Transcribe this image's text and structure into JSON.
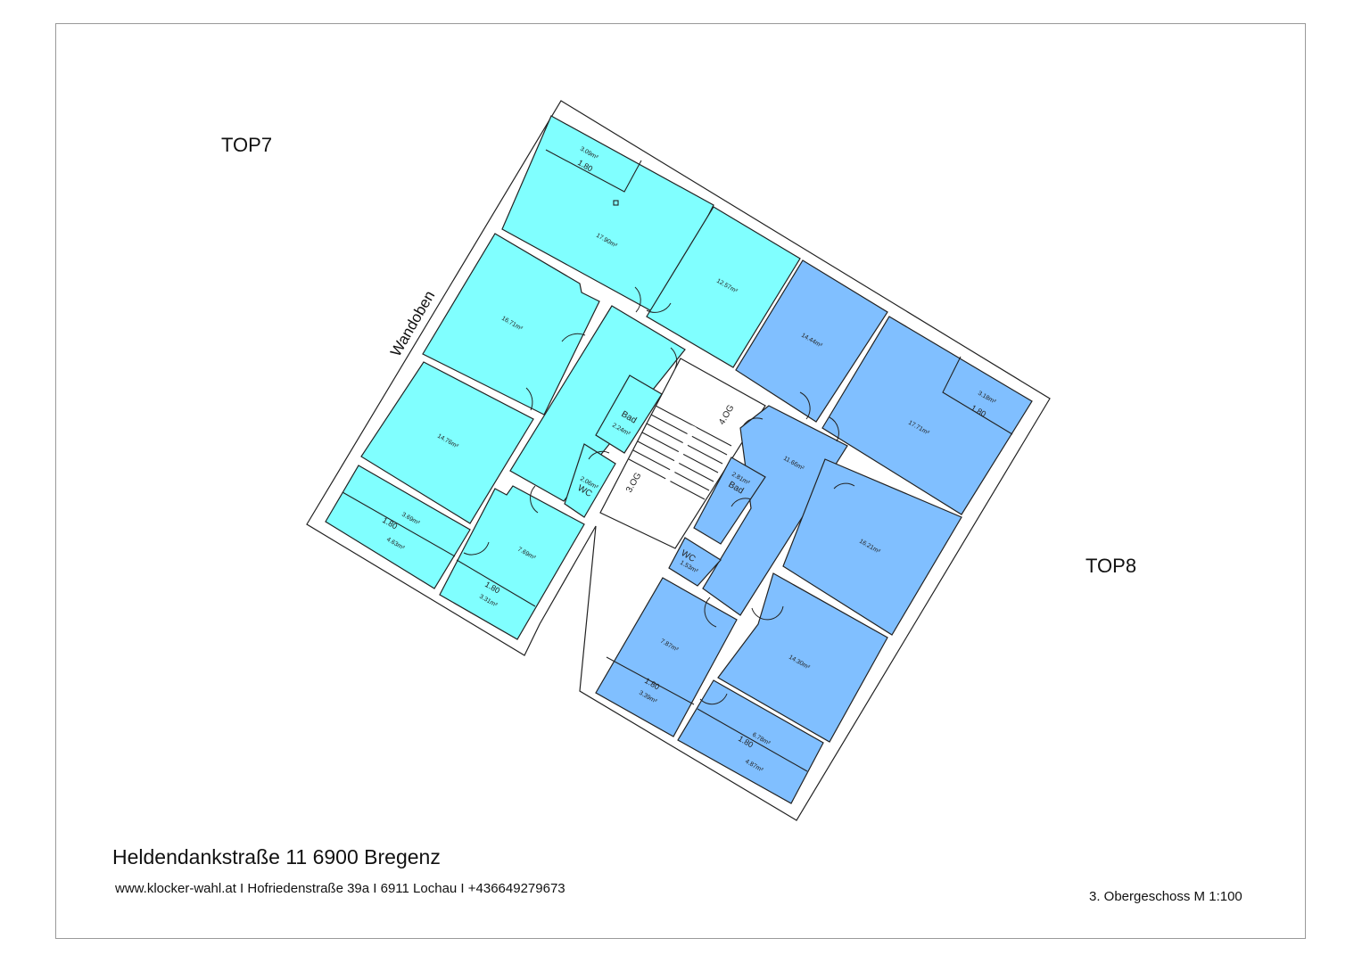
{
  "units": {
    "top7": "TOP7",
    "top8": "TOP8"
  },
  "wall_label": "Wandoben",
  "address": "Heldendankstraße 11 6900 Bregenz",
  "contact": "www.klocker-wahl.at I Hofriedenstraße 39a I 6911 Lochau I +436649279673",
  "scale": "3. Obergeschoss M 1:100",
  "colors": {
    "top7": "#80ffff",
    "top8": "#80bfff"
  },
  "rooms": {
    "r1790": "17.90m²",
    "r309": "3.09m²",
    "r1257": "12.57m²",
    "r1671": "16.71m²",
    "r1476": "14.76m²",
    "r369": "3.69m²",
    "r463": "4.63m²",
    "r769": "7.69m²",
    "r331": "3.31m²",
    "bad7": "Bad",
    "r224": "2.24m²",
    "wc7": "WC",
    "r206": "2.06m²",
    "r1444": "14.44m²",
    "r1771": "17.71m²",
    "r318": "3.18m²",
    "r1166": "11.66m²",
    "bad8": "Bad",
    "r281": "2.81m²",
    "wc8": "WC",
    "r153": "1.53m²",
    "r1621": "16.21m²",
    "r1430": "14.30m²",
    "r787": "7.87m²",
    "r339": "3.39m²",
    "r678": "6.78m²",
    "r487": "4.87m²"
  },
  "dims": "1.80",
  "stairs": {
    "up": "4.OG",
    "down": "3.OG"
  }
}
